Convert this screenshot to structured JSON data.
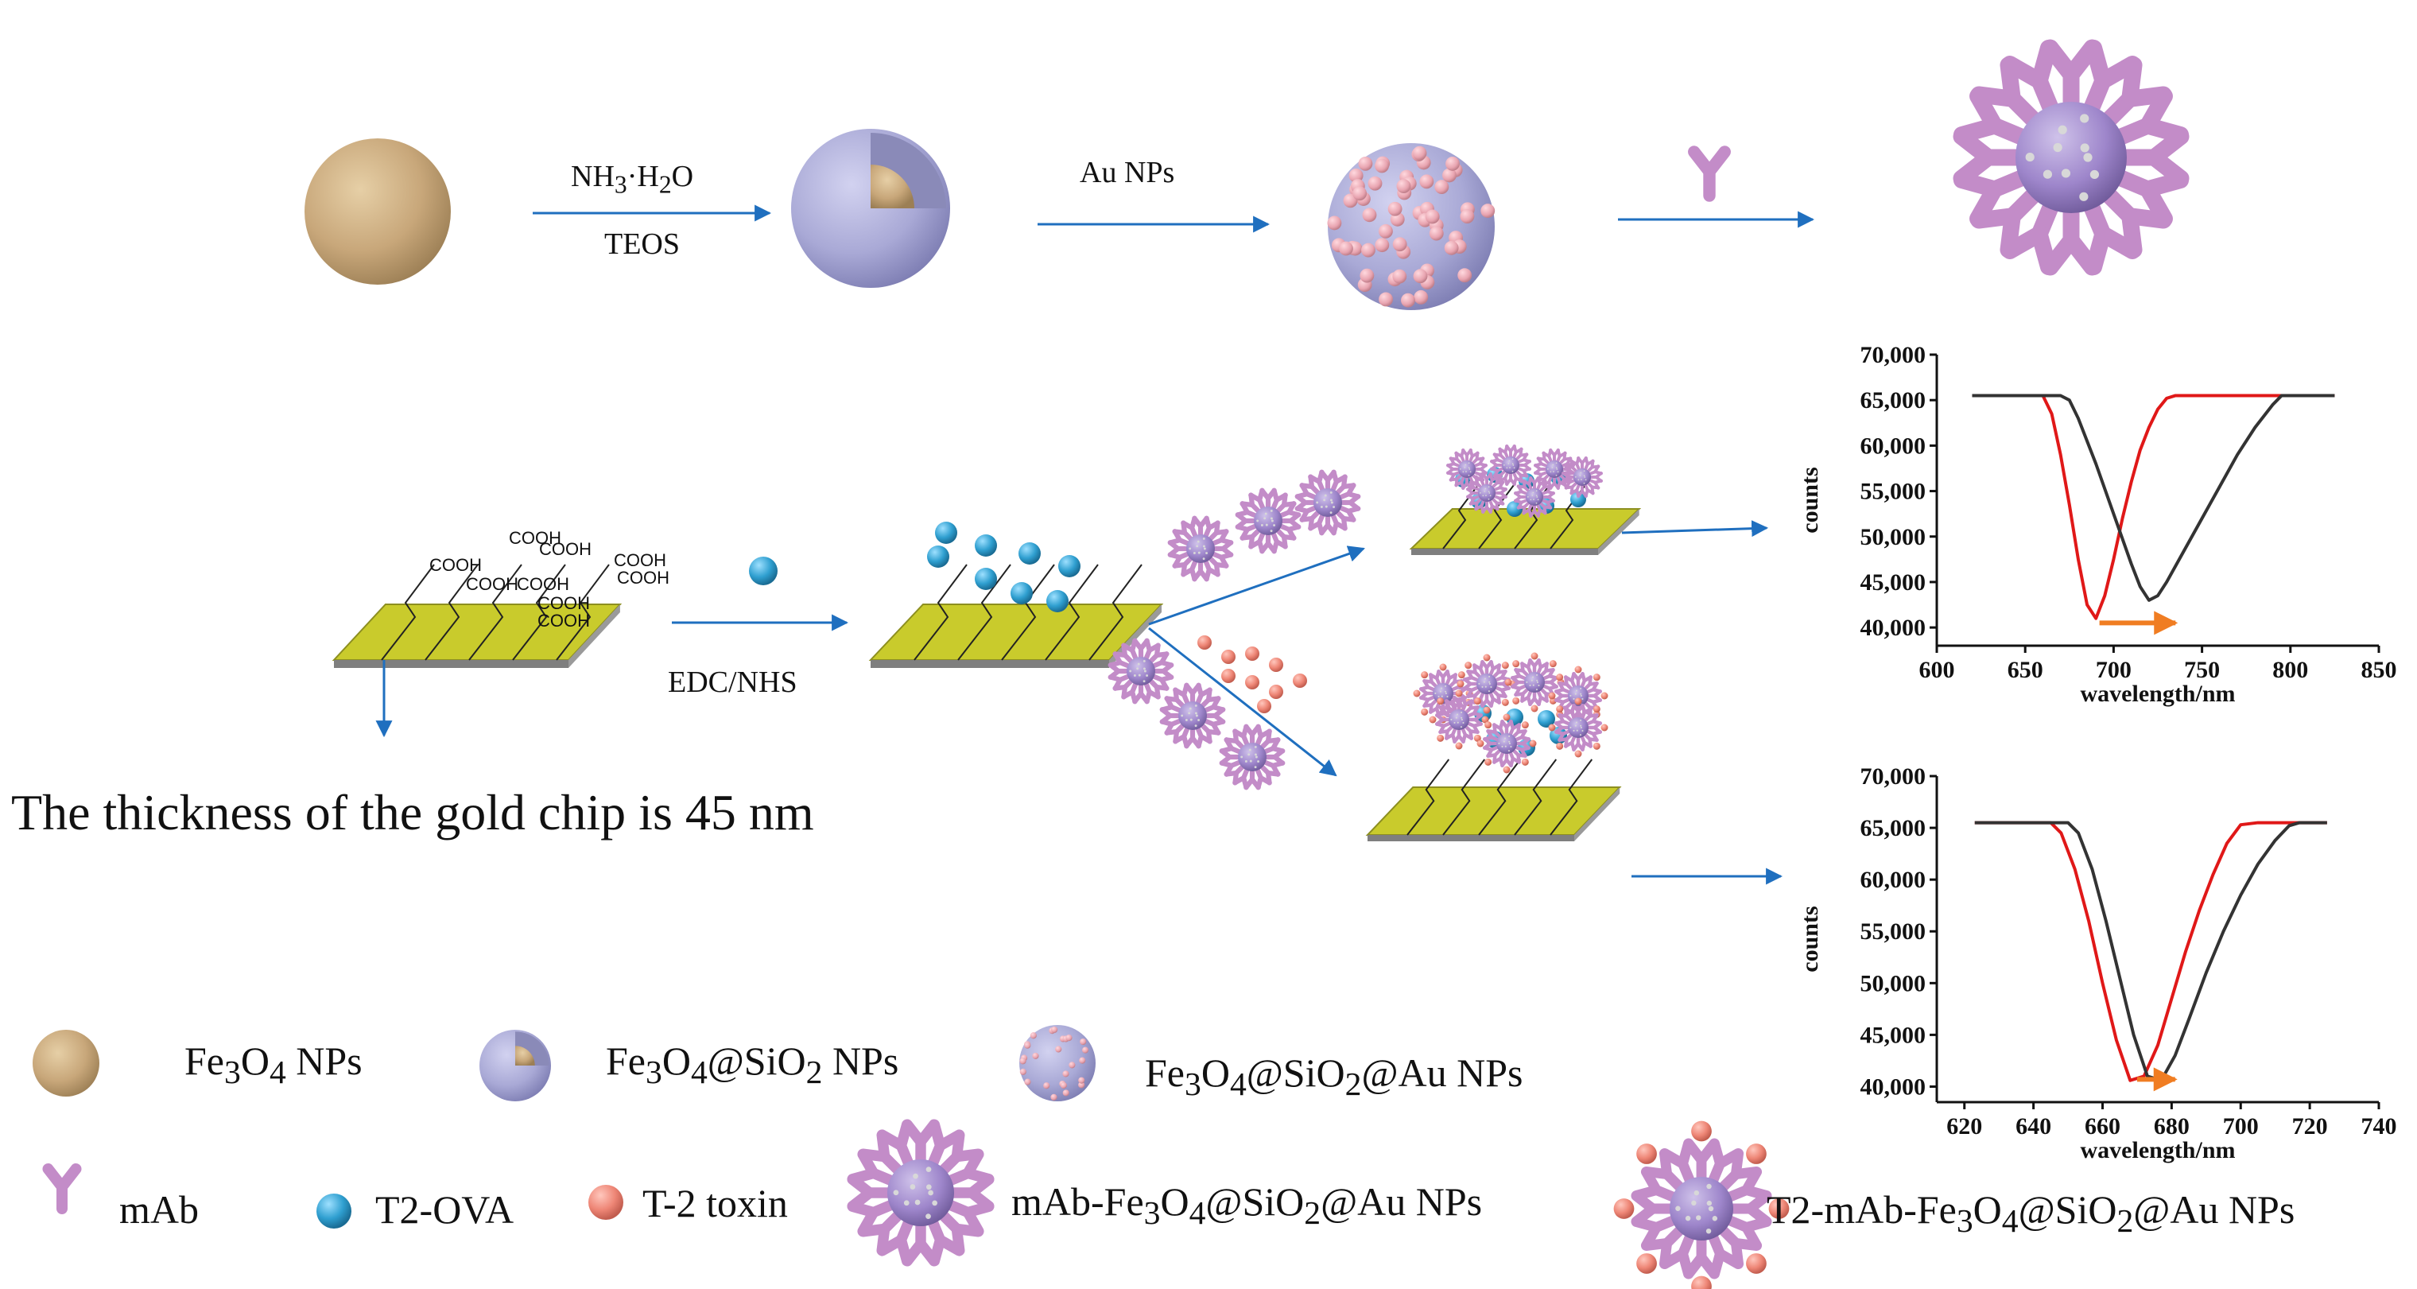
{
  "steps": {
    "ammonia_html": "NH<sub>3</sub>·H<sub>2</sub>O",
    "teos": "TEOS",
    "au_nps": "Au NPs",
    "edc_nhs": "EDC/NHS"
  },
  "chip_thickness_note": "The thickness of the gold chip is 45 nm",
  "cooh_label": "COOH",
  "legend": {
    "fe3o4_html": "Fe<sub>3</sub>O<sub>4</sub> NPs",
    "fe3o4_sio2_html": "Fe<sub>3</sub>O<sub>4</sub>@SiO<sub>2</sub> NPs",
    "fe3o4_sio2_au_html": "Fe<sub>3</sub>O<sub>4</sub>@SiO<sub>2</sub>@Au NPs",
    "mab": "mAb",
    "t2_ova": "T2-OVA",
    "t2_toxin": "T-2 toxin",
    "mab_complex_html": "mAb-Fe<sub>3</sub>O<sub>4</sub>@SiO<sub>2</sub>@Au NPs",
    "t2_mab_complex_html": "T2-mAb-Fe<sub>3</sub>O<sub>4</sub>@SiO<sub>2</sub>@Au NPs"
  },
  "colors": {
    "core": "#c8a77a",
    "shell": "#a9a9d6",
    "au": "#e8a4b0",
    "antibody": "#c38cc8",
    "ova": "#2f9fd0",
    "toxin": "#ee8676",
    "chip": "#c9cb2c",
    "arrow": "#1f6fbf",
    "shift_arrow": "#f07d22",
    "curve_red": "#e01818",
    "curve_black": "#333333"
  },
  "chart_data": [
    {
      "type": "line",
      "xlabel": "wavelength/nm",
      "ylabel": "counts",
      "xlim": [
        600,
        850
      ],
      "ylim": [
        38000,
        70000
      ],
      "xticks": [
        600,
        650,
        700,
        750,
        800,
        850
      ],
      "xtick_labels": [
        "600",
        "650",
        "700",
        "750",
        "800",
        "850"
      ],
      "yticks": [
        40000,
        45000,
        50000,
        55000,
        60000,
        65000,
        70000
      ],
      "ytick_labels": [
        "40,000",
        "45,000",
        "50,000",
        "55,000",
        "60,000",
        "65,000",
        "70,000"
      ],
      "series": [
        {
          "color": "#e01818",
          "x": [
            620,
            650,
            660,
            665,
            670,
            675,
            680,
            685,
            690,
            695,
            700,
            705,
            710,
            715,
            720,
            725,
            730,
            735,
            740,
            760,
            800,
            825
          ],
          "y": [
            65500,
            65500,
            65500,
            63500,
            59000,
            53500,
            47500,
            42500,
            41000,
            43500,
            47500,
            52000,
            56000,
            59500,
            62000,
            64000,
            65200,
            65500,
            65500,
            65500,
            65500,
            65500
          ]
        },
        {
          "color": "#333333",
          "x": [
            620,
            650,
            670,
            675,
            680,
            690,
            700,
            710,
            715,
            720,
            725,
            730,
            740,
            750,
            760,
            770,
            780,
            790,
            795,
            800,
            825
          ],
          "y": [
            65500,
            65500,
            65500,
            65000,
            63000,
            58000,
            52500,
            47000,
            44500,
            43000,
            43500,
            45000,
            48500,
            52000,
            55500,
            59000,
            62000,
            64500,
            65500,
            65500,
            65500
          ]
        }
      ],
      "shift_arrow": {
        "from": 692,
        "to": 735,
        "y": 40500
      }
    },
    {
      "type": "line",
      "xlabel": "wavelength/nm",
      "ylabel": "counts",
      "xlim": [
        612,
        740
      ],
      "ylim": [
        38500,
        70000
      ],
      "xticks": [
        620,
        640,
        660,
        680,
        700,
        720,
        740
      ],
      "xtick_labels": [
        "620",
        "640",
        "660",
        "680",
        "700",
        "720",
        "740"
      ],
      "yticks": [
        40000,
        45000,
        50000,
        55000,
        60000,
        65000,
        70000
      ],
      "ytick_labels": [
        "40,000",
        "45,000",
        "50,000",
        "55,000",
        "60,000",
        "65,000",
        "70,000"
      ],
      "series": [
        {
          "color": "#e01818",
          "x": [
            623,
            645,
            648,
            652,
            656,
            660,
            664,
            668,
            672,
            676,
            680,
            684,
            688,
            692,
            696,
            700,
            705,
            725
          ],
          "y": [
            65500,
            65500,
            64500,
            61000,
            56000,
            50000,
            44500,
            40600,
            41000,
            44000,
            48500,
            53000,
            57000,
            60500,
            63500,
            65300,
            65500,
            65500
          ]
        },
        {
          "color": "#333333",
          "x": [
            623,
            650,
            653,
            657,
            661,
            665,
            669,
            673,
            677,
            681,
            685,
            690,
            695,
            700,
            705,
            710,
            714,
            717,
            725
          ],
          "y": [
            65500,
            65500,
            64500,
            61000,
            56000,
            50500,
            45000,
            41000,
            40600,
            43000,
            46500,
            51000,
            55000,
            58500,
            61500,
            63800,
            65200,
            65500,
            65500
          ]
        }
      ],
      "shift_arrow": {
        "from": 670,
        "to": 681,
        "y": 40700
      }
    }
  ]
}
